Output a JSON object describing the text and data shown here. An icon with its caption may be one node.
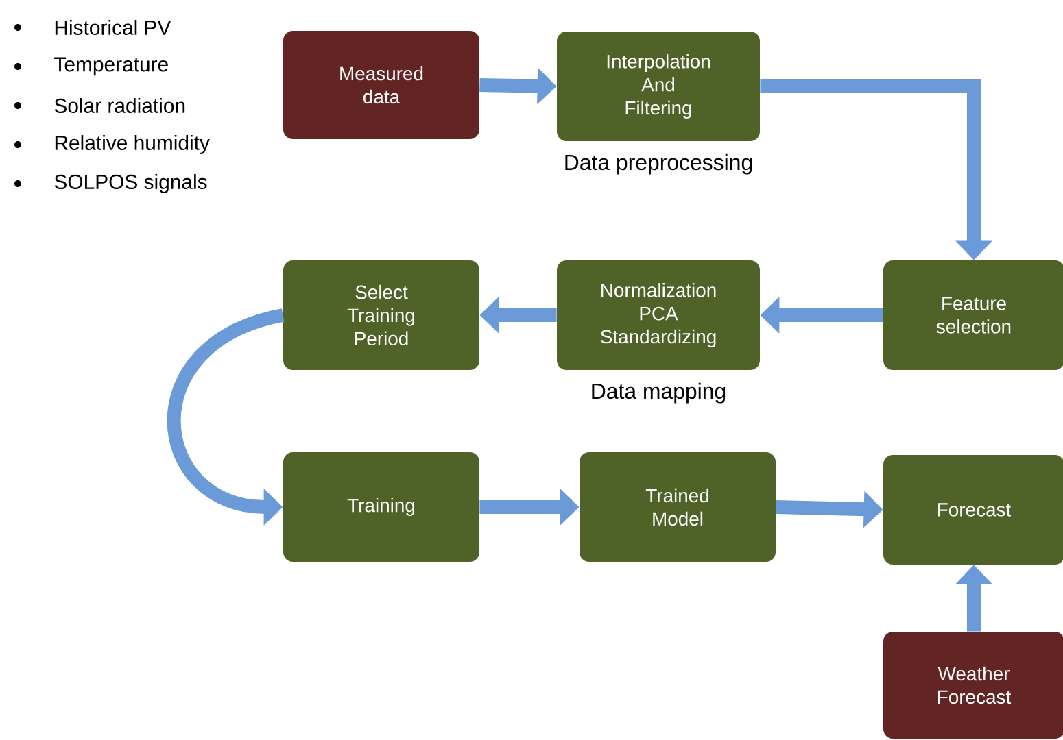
{
  "diagram": {
    "nodes": [
      {
        "text": [
          "Measured data"
        ]
      },
      {
        "text": [
          "Interpolation And Filtering"
        ],
        "beside": [
          "Data preprocessing"
        ]
      },
      {
        "text": [
          "Feature selection"
        ]
      },
      {
        "text": [
          "Normalization PCA Standardizing"
        ],
        "beside": [
          "Data mapping"
        ]
      },
      {
        "text": [
          "Select Training Period"
        ]
      },
      {
        "text": [
          "Training"
        ]
      },
      {
        "text": [
          "Trained Model"
        ]
      },
      {
        "text": [
          "Forecast"
        ]
      },
      {
        "text": [
          "Weather Forecast"
        ]
      }
    ],
    "edges": [
      {
        "from": 0,
        "to": 1,
        "arrow": "to"
      },
      {
        "from": 1,
        "to": 2,
        "arrow": "to"
      },
      {
        "from": 2,
        "to": 3,
        "arrow": "to"
      },
      {
        "from": 3,
        "to": 4,
        "arrow": "to"
      },
      {
        "from": 4,
        "to": 5,
        "arrow": "to"
      },
      {
        "from": 5,
        "to": 6,
        "arrow": "to"
      },
      {
        "from": 6,
        "to": 7,
        "arrow": "to"
      },
      {
        "from": 8,
        "to": 7,
        "arrow": "to"
      }
    ],
    "labels": [
      "Historical PV",
      "Temperature",
      "Solar radiation",
      "Relative humidity",
      "SOLPOS signals"
    ]
  }
}
